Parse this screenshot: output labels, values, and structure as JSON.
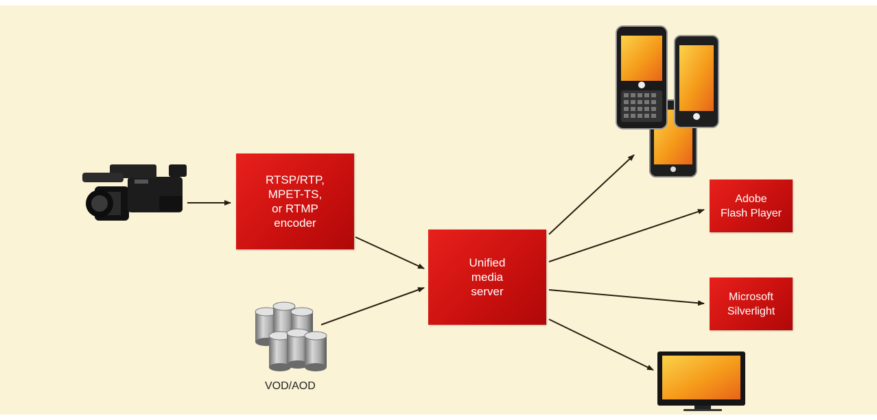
{
  "nodes": {
    "encoder": "RTSP/RTP,\nMPET-TS,\nor RTMP\nencoder",
    "server": "Unified\nmedia\nserver",
    "flash": "Adobe\nFlash Player",
    "silverlight": "Microsoft\nSilverlight",
    "storage_label": "VOD/AOD"
  },
  "icons": {
    "source": "video-camera-icon",
    "storage": "database-cluster-icon",
    "mobile": "mobile-phones-icon",
    "tv": "television-icon"
  },
  "colors": {
    "background": "#fbf3d6",
    "box": "#d4141a",
    "arrow": "#2a1d10",
    "screen": "#f5a21c"
  }
}
